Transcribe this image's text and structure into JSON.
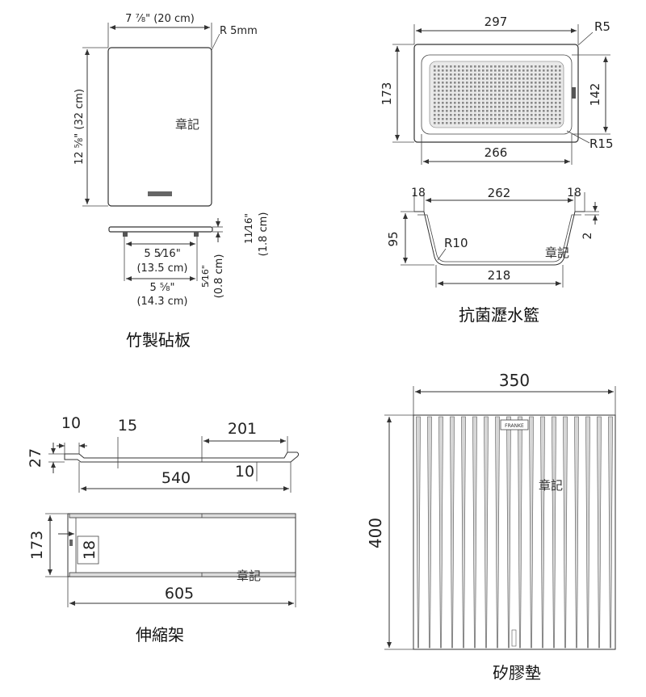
{
  "panels": {
    "cutting_board": {
      "caption": "竹製砧板",
      "dims": {
        "width": "7 ⅞\" (20 cm)",
        "radius": "R 5mm",
        "height": "12 ⅝\" (32 cm)",
        "thickness": "11⁄16\"",
        "thickness_cm": "(1.8 cm)",
        "foot_inch": "5 5⁄16\"",
        "foot_cm": "(13.5 cm)",
        "foot_outer_inch": "5 ⅝\"",
        "foot_outer_cm": "(14.3 cm)",
        "foot_height": "5⁄16\"",
        "foot_height_cm": "(0.8 cm)"
      },
      "watermark": "章記"
    },
    "drain_basket": {
      "caption": "抗菌瀝水籃",
      "dims": {
        "top_width": "297",
        "corner_radius": "R5",
        "depth": "173",
        "inner_depth": "142",
        "bottom_width": "266",
        "inner_radius": "R15",
        "rim_left": "18",
        "inner_width": "262",
        "rim_right": "18",
        "height": "95",
        "rim_height": "2",
        "bottom_radius": "R10",
        "base_width": "218"
      },
      "watermark": "章記"
    },
    "telescopic_rack": {
      "caption": "伸縮架",
      "dims": {
        "end_gap": "10",
        "hook": "15",
        "inner_section": "201",
        "thickness": "27",
        "min_length": "540",
        "step": "10",
        "width": "173",
        "rail": "18",
        "max_length": "605"
      },
      "watermark": "章記"
    },
    "silicone_mat": {
      "caption": "矽膠墊",
      "dims": {
        "width": "350",
        "height": "400"
      },
      "watermark": "章記"
    }
  },
  "brand_tag": "FRANKE"
}
